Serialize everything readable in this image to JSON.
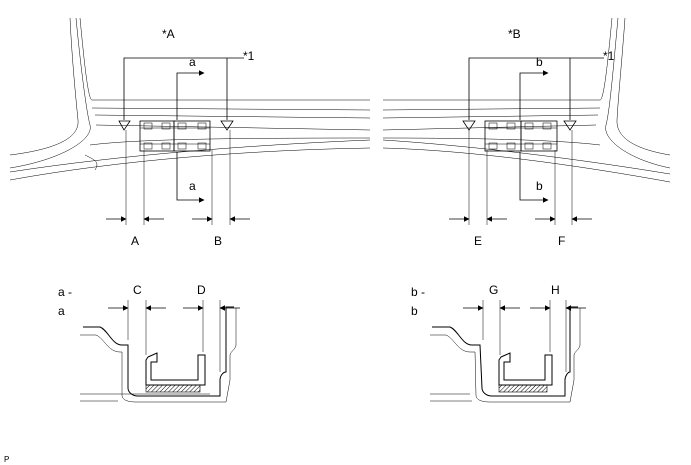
{
  "views": {
    "left": {
      "title": "*A",
      "callout": "*1",
      "section_mark": "a"
    },
    "right": {
      "title": "*B",
      "callout": "*1",
      "section_mark": "b"
    }
  },
  "dimensions": {
    "A": "A",
    "B": "B",
    "E": "E",
    "F": "F",
    "C": "C",
    "D": "D",
    "G": "G",
    "H": "H"
  },
  "sections": {
    "left": {
      "label_line1": "a -",
      "label_line2": "a"
    },
    "right": {
      "label_line1": "b -",
      "label_line2": "b"
    }
  },
  "footer": {
    "code": "P"
  }
}
